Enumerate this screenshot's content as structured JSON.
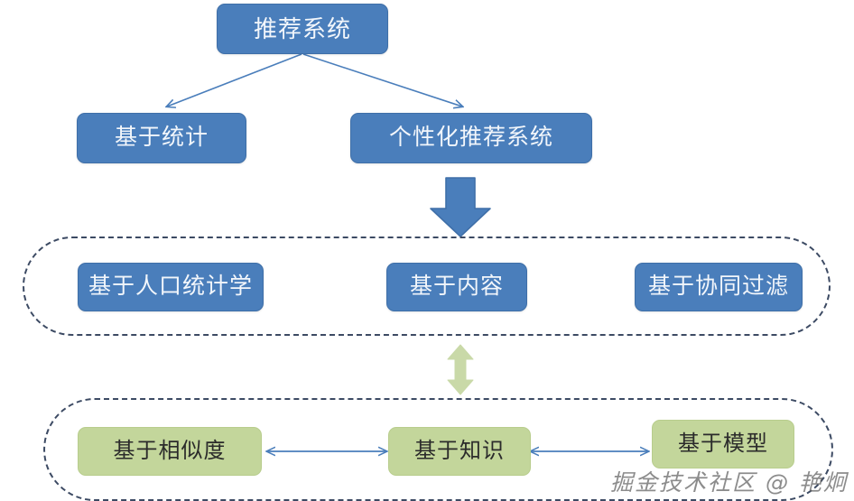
{
  "diagram": {
    "title_node": {
      "label": "推荐系统"
    },
    "level2": [
      {
        "label": "基于统计"
      },
      {
        "label": "个性化推荐系统"
      }
    ],
    "group_middle": {
      "name": "personalized-methods-group",
      "items": [
        {
          "label": "基于人口统计学"
        },
        {
          "label": "基于内容"
        },
        {
          "label": "基于协同过滤"
        }
      ]
    },
    "group_bottom": {
      "name": "recommendation-basis-group",
      "items": [
        {
          "label": "基于相似度"
        },
        {
          "label": "基于知识"
        },
        {
          "label": "基于模型"
        }
      ]
    },
    "connectors": {
      "branch_left": "arrow-top-to-statistics",
      "branch_right": "arrow-top-to-personalized",
      "down_block": "block-arrow-down",
      "vertical_double": "double-arrow-vertical",
      "horizontal_double_left": "double-arrow-similarity-knowledge",
      "horizontal_double_right": "double-arrow-knowledge-model"
    },
    "colors": {
      "blue_fill": "#4a7ebb",
      "blue_stroke": "#3f6fa8",
      "green_fill": "#c3d69b",
      "green_arrow": "#c9d9a8",
      "dashed_border": "#3c4a63",
      "connector_blue": "#4a7ebb",
      "text_light": "#f2f6fb",
      "text_dark": "#2b2b2b"
    }
  },
  "watermark": {
    "text": "掘金技术社区 @ 艳炯"
  }
}
